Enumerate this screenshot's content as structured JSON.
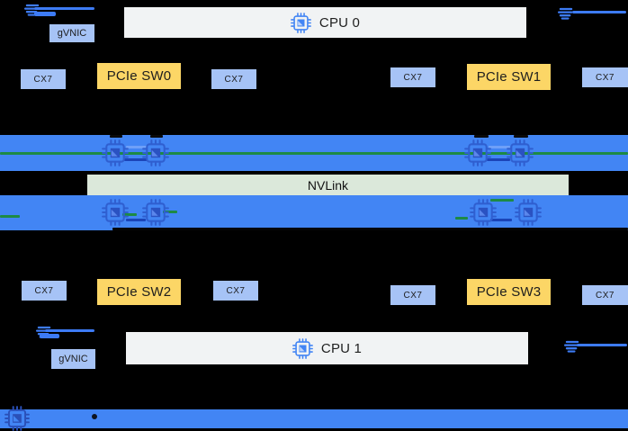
{
  "labels": {
    "cpu0": "CPU 0",
    "cpu1": "CPU 1",
    "nvlink": "NVLink",
    "gvnic": "gVNIC",
    "cx7": "CX7",
    "pcie_sw0": "PCIe SW0",
    "pcie_sw1": "PCIe SW1",
    "pcie_sw2": "PCIe SW2",
    "pcie_sw3": "PCIe SW3"
  },
  "icons": {
    "cpu": "cpu-chip-icon",
    "gpu": "gpu-chip-icon",
    "nic": "nic-icon",
    "host_network": "network-chip-icon"
  },
  "colors": {
    "background": "#000000",
    "gpu_bar_blue": "#4285F4",
    "nic_box_blue": "#A6C3F6",
    "pcie_yellow": "#FCD666",
    "cpu_gray": "#F1F3F4",
    "nvlink_green_bar": "#DBE8DA",
    "link_green_line": "#1D8A45",
    "chip_navy": "#2A50B8"
  }
}
